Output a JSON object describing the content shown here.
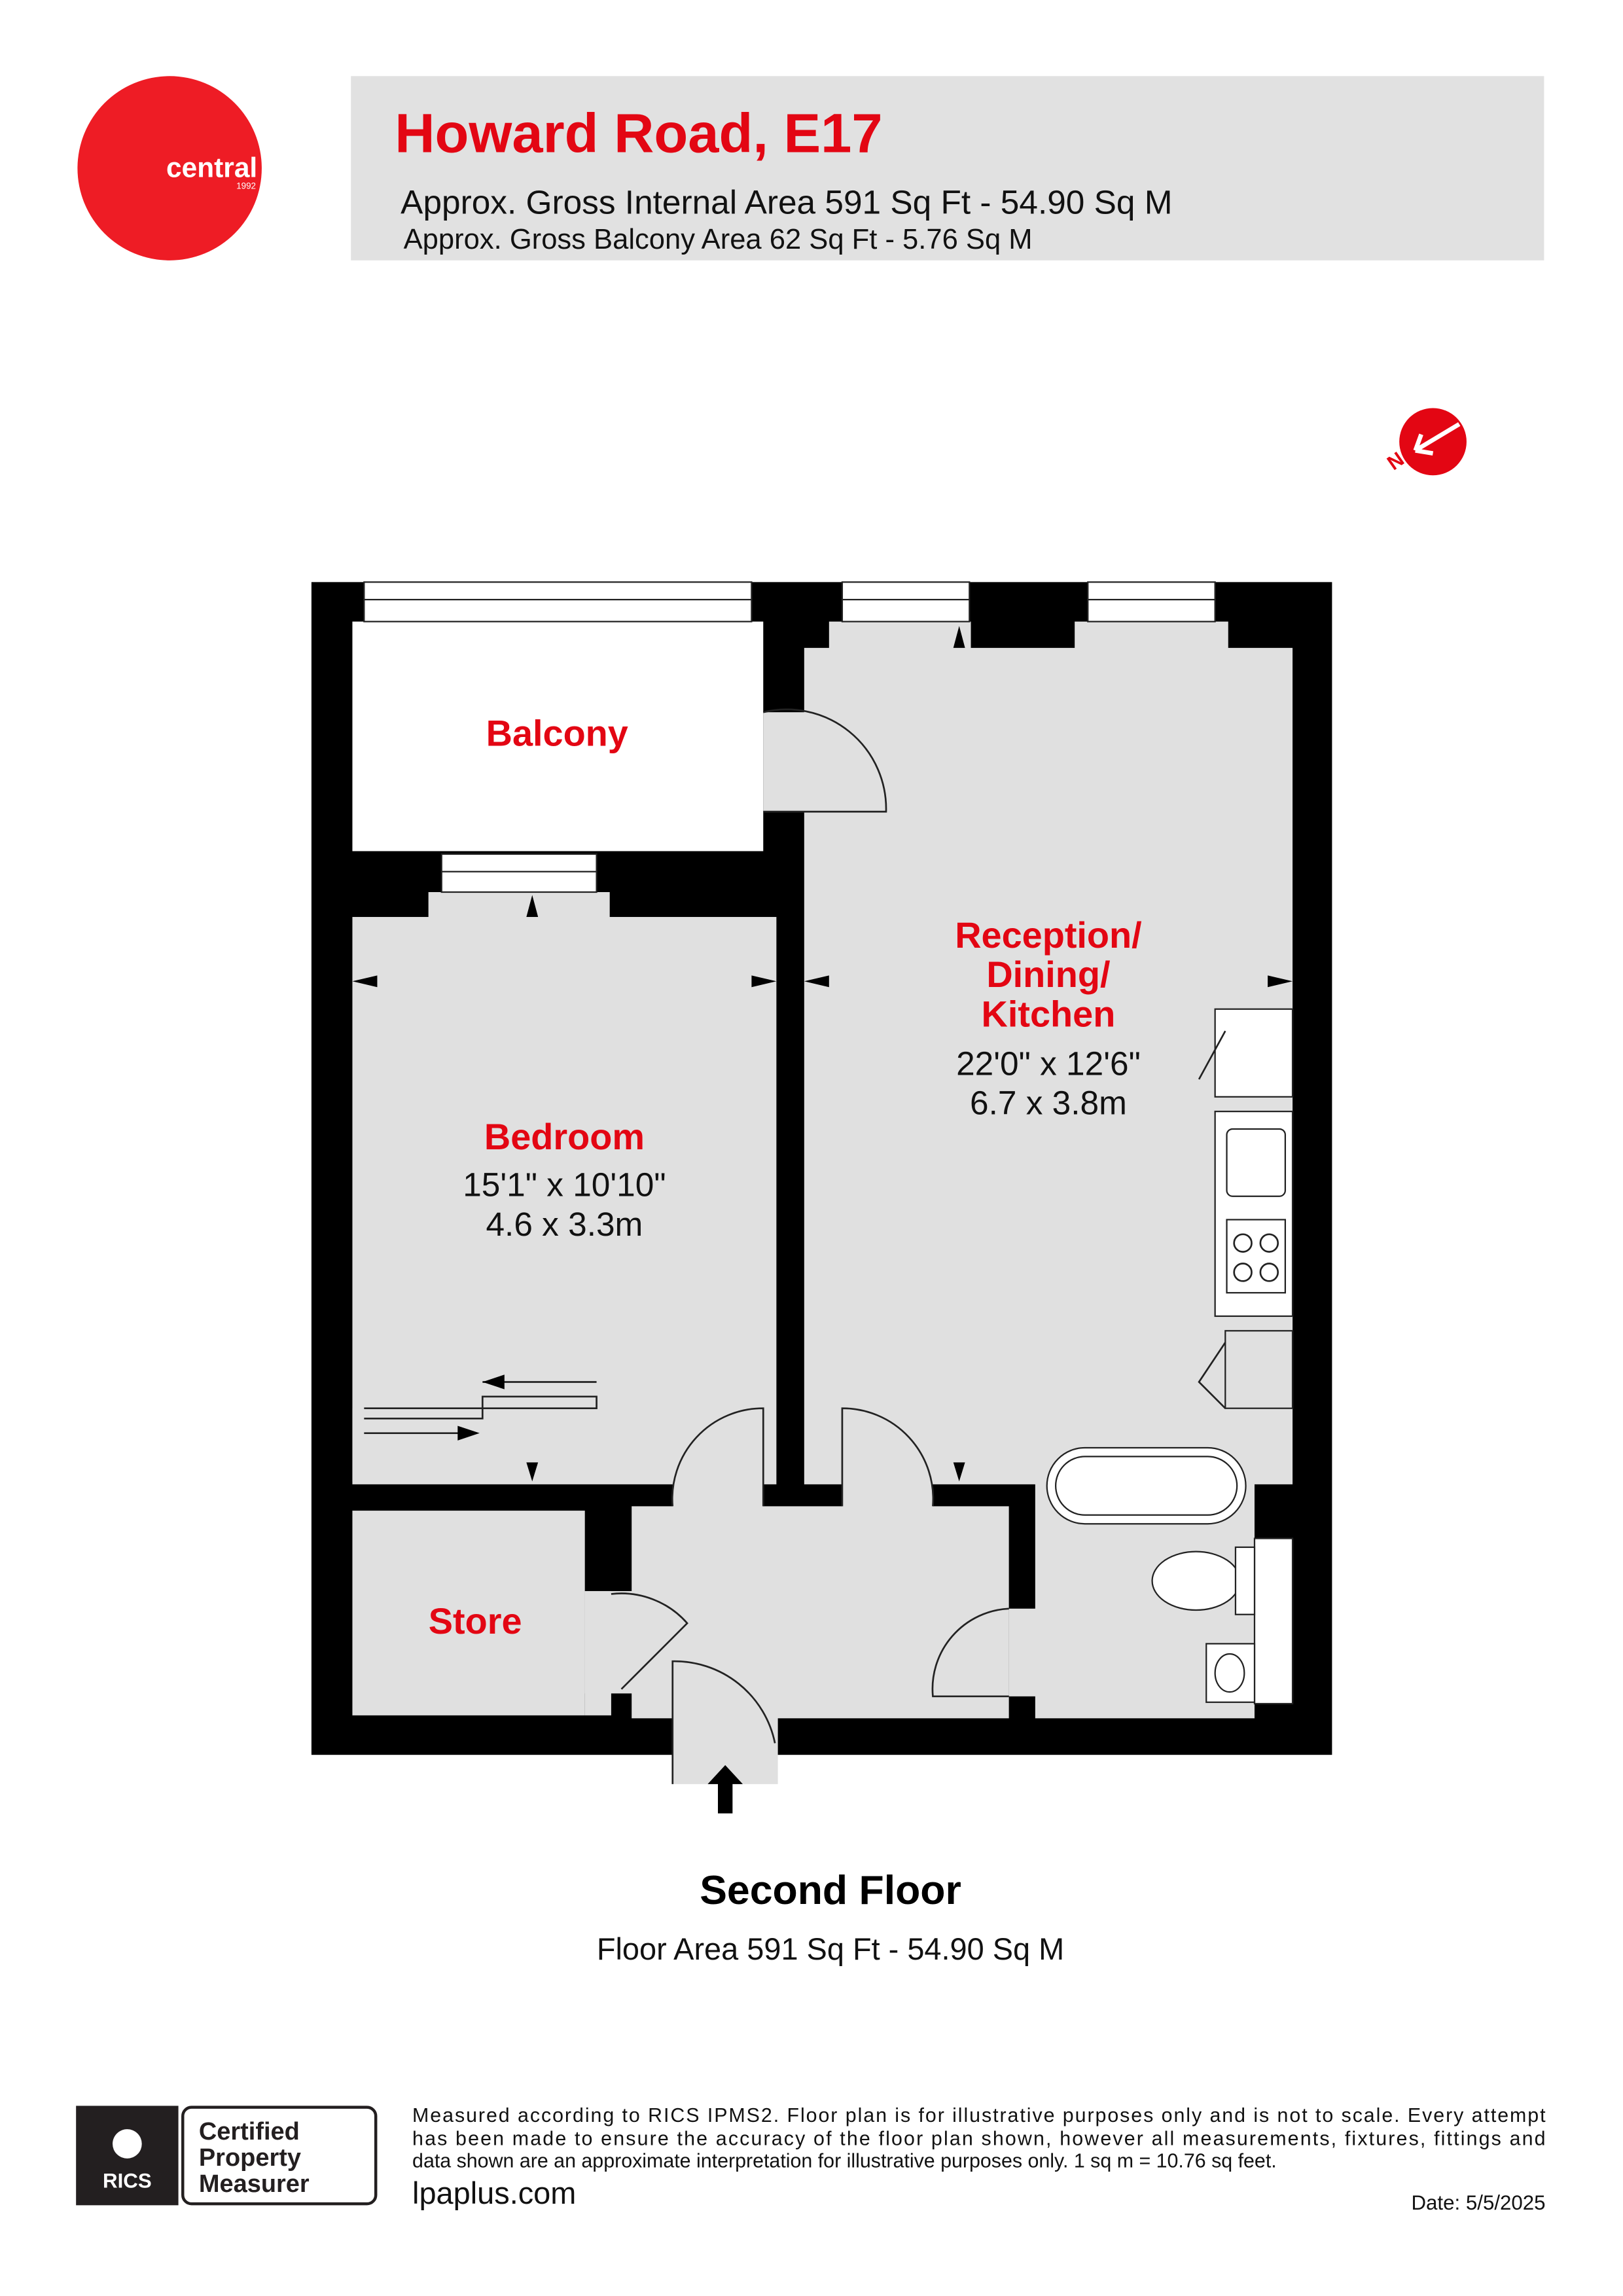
{
  "brand": {
    "name": "central",
    "year": "1992",
    "color": "#ee1c25"
  },
  "header": {
    "title": "Howard Road, E17",
    "gross_internal_area": "Approx. Gross Internal Area 591 Sq Ft - 54.90 Sq M",
    "gross_balcony_area": "Approx. Gross Balcony Area 62 Sq Ft - 5.76 Sq M",
    "accent": "#e30613"
  },
  "compass": {
    "label": "N",
    "icon": "north-arrow-icon"
  },
  "rooms": {
    "balcony": {
      "name": "Balcony"
    },
    "bedroom": {
      "name": "Bedroom",
      "imperial": "15'1\" x 10'10\"",
      "metric": "4.6 x 3.3m"
    },
    "reception": {
      "name_line1": "Reception/",
      "name_line2": "Dining/",
      "name_line3": "Kitchen",
      "imperial": "22'0\" x 12'6\"",
      "metric": "6.7 x 3.8m"
    },
    "store": {
      "name": "Store"
    }
  },
  "floor": {
    "name": "Second Floor",
    "area": "Floor Area 591 Sq Ft - 54.90 Sq M"
  },
  "footer": {
    "rics": {
      "mark": "RICS",
      "line1": "Certified",
      "line2": "Property",
      "line3": "Measurer"
    },
    "disclaimer_lines": [
      "Measured according to RICS IPMS2. Floor plan is for illustrative purposes only and is not to scale. Every attempt",
      "has been made to ensure the accuracy of the floor plan shown, however all measurements, fixtures, fittings and",
      "data shown are an approximate interpretation for illustrative purposes only. 1 sq m = 10.76 sq feet."
    ],
    "website": "lpaplus.com",
    "date": "Date: 5/5/2025"
  }
}
